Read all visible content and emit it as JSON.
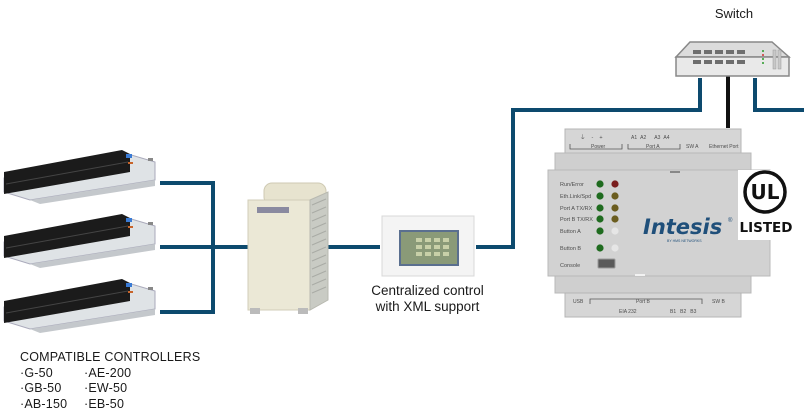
{
  "switch": {
    "label": "Switch"
  },
  "controller": {
    "caption_line1": "Centralized control",
    "caption_line2": "with XML support"
  },
  "compatible_controllers": {
    "title": "COMPATIBLE CONTROLLERS",
    "column1": [
      "·G-50",
      "·GB-50",
      "·AB-150"
    ],
    "column2": [
      "·AE-200",
      "·EW-50",
      "·EB-50"
    ]
  },
  "gateway": {
    "brand": "Intesis",
    "brand_sub": "BY HMS NETWORKS",
    "top_terminals": {
      "power_symbols": [
        "⏚",
        "-",
        "+"
      ],
      "power_label": "Power",
      "port_a_pins": [
        "A1",
        "A2",
        "A3",
        "A4"
      ],
      "port_a_label": "Port A",
      "sw_a": "SW A",
      "ethernet": "Ethernet Port"
    },
    "leds": [
      {
        "label": "Run/Error",
        "color1": "#1f6b1f",
        "color2": "#7a1d1d"
      },
      {
        "label": "Eth.Link/Spd",
        "color1": "#1f6b1f",
        "color2": "#6b5d1f"
      },
      {
        "label": "Port A TX/RX",
        "color1": "#1f6b1f",
        "color2": "#6b5d1f"
      },
      {
        "label": "Port B TX/RX",
        "color1": "#1f6b1f",
        "color2": "#6b5d1f"
      },
      {
        "label": "Button A",
        "color1": "#1f6b1f",
        "color2": "#e6e6e6"
      },
      {
        "label": "Button B",
        "color1": "#1f6b1f",
        "color2": "#e6e6e6"
      }
    ],
    "console_label": "Console",
    "bottom_terminals": {
      "usb": "USB",
      "port_b": "Port B",
      "eia": "EIA 232",
      "b_pins": [
        "B1",
        "B2",
        "B3"
      ],
      "sw_b": "SW B"
    }
  },
  "ul_badge": {
    "mark": "UL",
    "listed": "LISTED"
  },
  "colors": {
    "bus_line": "#0d4a6e",
    "ethernet_line": "#111111",
    "device_gray": "#c9c9c9"
  }
}
